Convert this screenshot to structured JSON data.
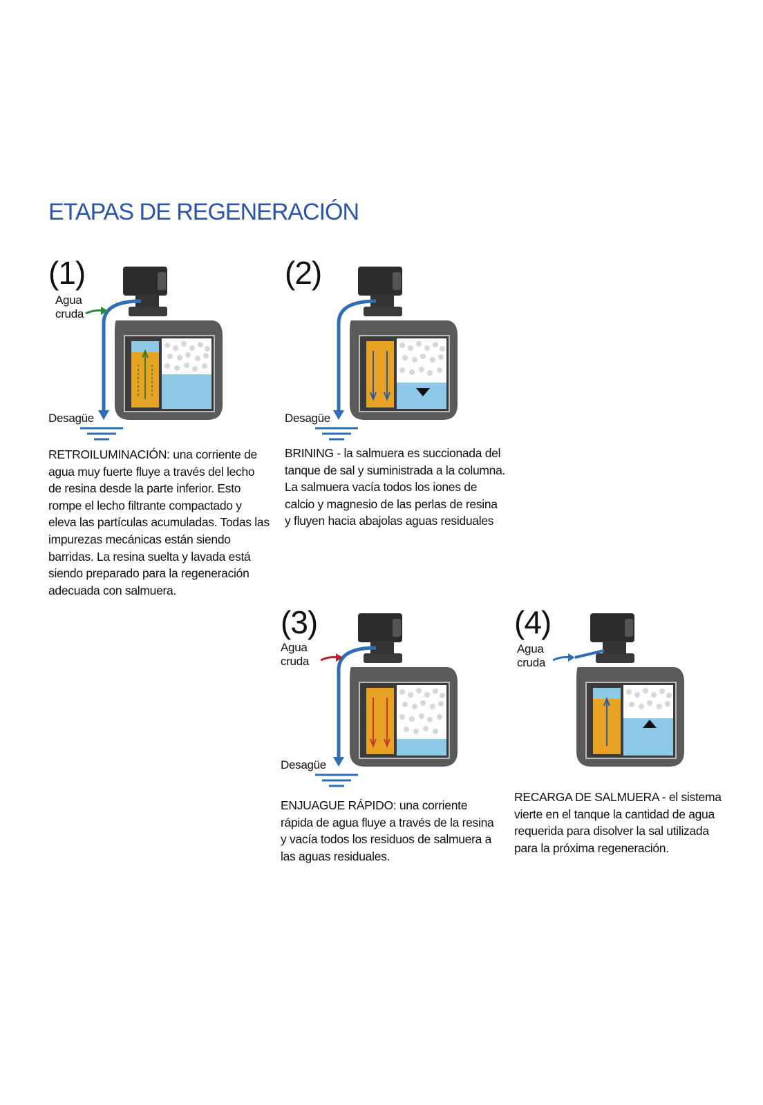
{
  "title": "ETAPAS DE REGENERACIÓN",
  "labels": {
    "inlet": "Agua cruda",
    "drain": "Desagüe"
  },
  "colors": {
    "title": "#2a55a8",
    "pipe": "#2f6db5",
    "resin": "#e8a325",
    "brine": "#8fc9e8",
    "tank": "#5a5a5a"
  },
  "stages": [
    {
      "number": "(1)",
      "inlet_label": "Agua cruda",
      "drain_label": "Desagüe",
      "description": "RETROILUMINACIÓN: una corriente de agua muy fuerte fluye a través del lecho de resina desde la parte inferior. Esto rompe el lecho filtrante compactado y eleva las partículas acumuladas. Todas las impurezas mecánicas están siendo barridas. La resina suelta y lavada está siendo preparado para la regeneración adecuada con salmuera.",
      "icons": [
        "control-valve-icon",
        "softener-tank-icon",
        "inlet-arrow-icon",
        "drain-ground-icon"
      ]
    },
    {
      "number": "(2)",
      "drain_label": "Desagüe",
      "description": "BRINING - la salmuera es succionada del tanque de sal y suministrada a la columna. La salmuera vacía todos los iones de calcio y magnesio de las perlas de resina y fluyen hacia abajolas aguas residuales",
      "icons": [
        "control-valve-icon",
        "softener-tank-icon",
        "down-triangle-icon",
        "drain-ground-icon"
      ]
    },
    {
      "number": "(3)",
      "inlet_label": "Agua cruda",
      "drain_label": "Desagüe",
      "description": "ENJUAGUE RÁPIDO: una corriente rápida de agua fluye a través de la resina y vacía todos los residuos de salmuera a las aguas residuales.",
      "icons": [
        "control-valve-icon",
        "softener-tank-icon",
        "inlet-arrow-icon",
        "drain-ground-icon"
      ]
    },
    {
      "number": "(4)",
      "inlet_label": "Agua cruda",
      "description": "RECARGA DE SALMUERA - el sistema vierte en el tanque la cantidad de agua requerida para disolver la sal utilizada para la próxima regeneración.",
      "icons": [
        "control-valve-icon",
        "softener-tank-icon",
        "inlet-arrow-icon",
        "up-triangle-icon"
      ]
    }
  ]
}
